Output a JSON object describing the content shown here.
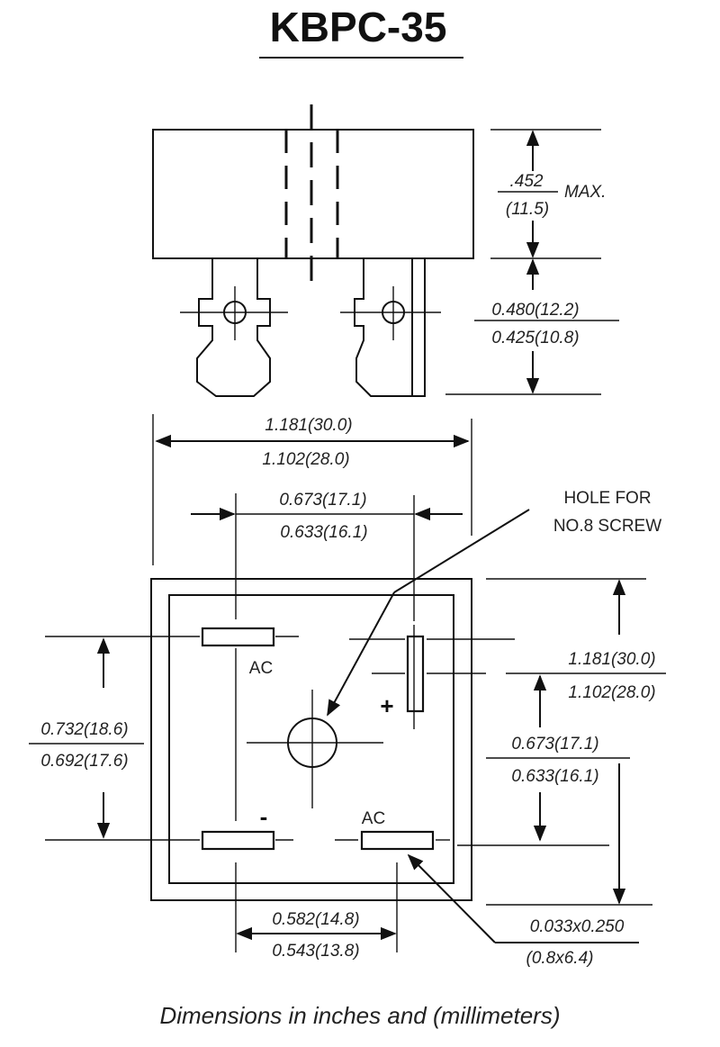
{
  "title": "KBPC-35",
  "side_view": {
    "height_max_in": ".452",
    "height_max_mm": "(11.5)",
    "max_label": "MAX.",
    "terminal_len_max": "0.480(12.2)",
    "terminal_len_min": "0.425(10.8)"
  },
  "top_view": {
    "width_max": "1.181(30.0)",
    "width_min": "1.102(28.0)",
    "pin_spacing_top_max": "0.673(17.1)",
    "pin_spacing_top_min": "0.633(16.1)",
    "hole_label_line1": "HOLE FOR",
    "hole_label_line2": "NO.8 SCREW",
    "right_height_max": "1.181(30.0)",
    "right_height_min": "1.102(28.0)",
    "right_pin_max": "0.673(17.1)",
    "right_pin_min": "0.633(16.1)",
    "left_pin_max": "0.732(18.6)",
    "left_pin_min": "0.692(17.6)",
    "bottom_pin_max": "0.582(14.8)",
    "bottom_pin_min": "0.543(13.8)",
    "terminal_size_in": "0.033x0.250",
    "terminal_size_mm": "(0.8x6.4)",
    "label_ac_top": "AC",
    "label_ac_bottom": "AC",
    "label_plus": "+",
    "label_minus": "-"
  },
  "footer": "Dimensions in inches and (millimeters)"
}
